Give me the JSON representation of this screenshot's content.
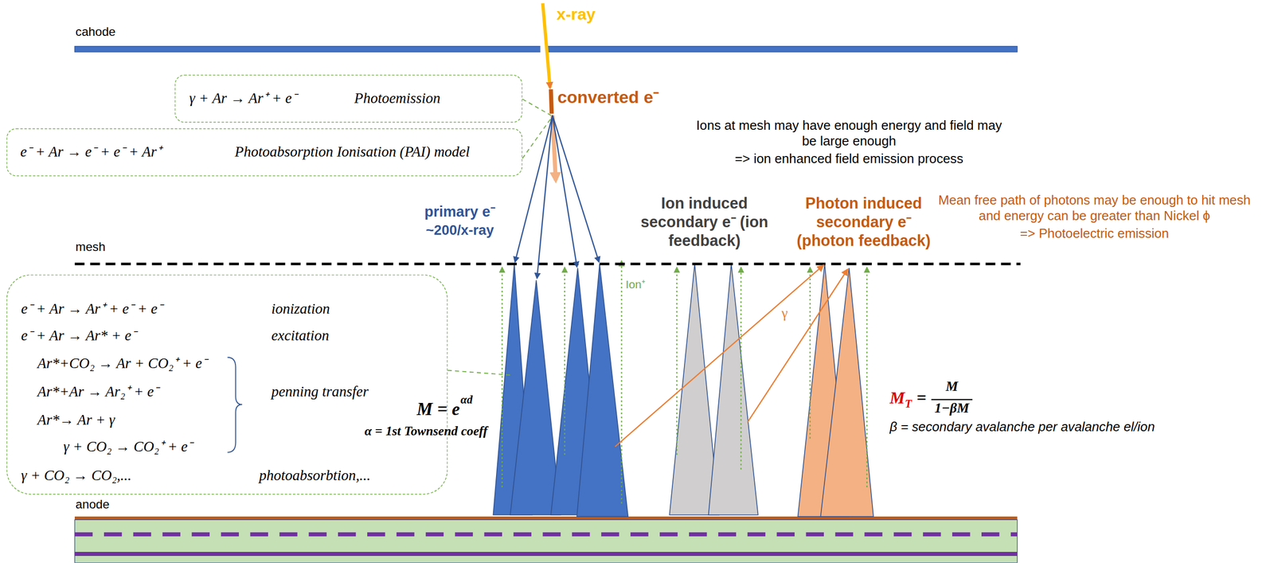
{
  "diagram": {
    "nodes": [
      {
        "text": [
          "γ + Ar → Ar⁺ + e⁻",
          "Photoemission"
        ]
      },
      {
        "text": [
          "e⁻ + Ar → e⁻ + e⁻ + Ar⁺",
          "Photoabsorption Ionisation (PAI) model"
        ]
      },
      {
        "text": [
          "e⁻ + Ar → Ar⁺ + e⁻ + e⁻",
          "ionization",
          "e⁻ + Ar → Ar* + e⁻",
          "excitation",
          "Ar*+CO₂ → Ar + CO₂⁺ + e⁻",
          "Ar*+Ar → Ar₂⁺ + e⁻",
          "penning transfer",
          "Ar*→ Ar + γ",
          "γ + CO₂ → CO₂⁺ + e⁻",
          "γ + CO₂ → CO₂,...",
          "photoabsorbtion,..."
        ]
      }
    ],
    "labels": [
      "cahode",
      "x-ray",
      "converted e⁻",
      "Ions at mesh may have enough energy and field may be large enough",
      "=> ion enhanced field emission process",
      "primary e⁻",
      "~200/x-ray",
      "Ion induced secondary e⁻ (ion feedback)",
      "Photon induced secondary e⁻ (photon feedback)",
      "Mean free path of photons may be enough to hit mesh and energy can be greater than Nickel ϕ",
      "=> Photoelectric emission",
      "mesh",
      "Ion⁺",
      "γ",
      "M = e",
      "αd",
      "α = 1st Townsend coeff",
      "M",
      "T",
      "=",
      "M",
      "1−βM",
      "β = secondary avalanche per avalanche el/ion",
      "anode"
    ]
  }
}
